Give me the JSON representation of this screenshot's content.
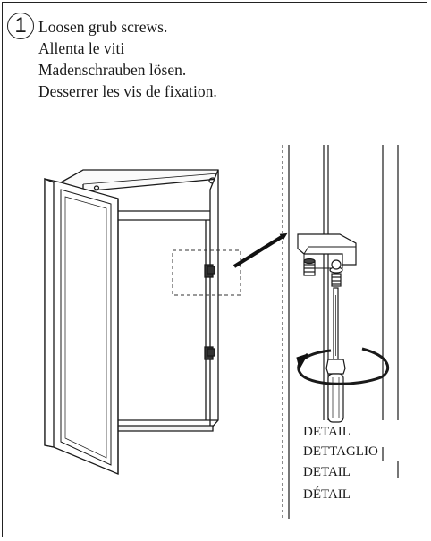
{
  "step": {
    "number": "1"
  },
  "instructions": {
    "en": "Loosen grub screws.",
    "it": "Allenta le viti",
    "de": "Madenschrauben lösen.",
    "fr": "Desserrer les vis de fixation."
  },
  "detail": {
    "en": "DETAIL",
    "it": "DETTAGLIO",
    "de": "DETAIL",
    "fr": "DÉTAIL"
  }
}
